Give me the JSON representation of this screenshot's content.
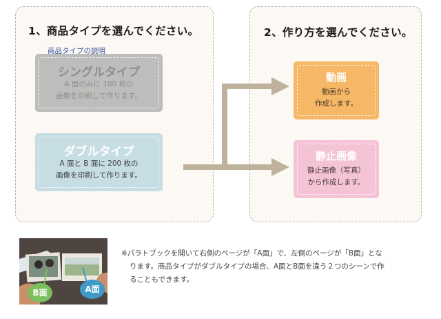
{
  "step1": {
    "title": "1、商品タイプを選んでください。",
    "link": "商品タイプの説明",
    "options": [
      {
        "title": "シングルタイプ",
        "desc_line1": "A 面のみに 100 枚の",
        "desc_line2": "画像を印刷して作ります。",
        "state": "disabled",
        "color": "#bdbdbb"
      },
      {
        "title": "ダブルタイプ",
        "desc_line1": "A 面と B 面に 200 枚の",
        "desc_line2": "画像を印刷して作ります。",
        "state": "selected",
        "color": "#c6dde3"
      }
    ]
  },
  "step2": {
    "title": "2、作り方を選んでください。",
    "options": [
      {
        "title": "動画",
        "desc_line1": "動画から",
        "desc_line2": "作成します。",
        "color": "#f6b766"
      },
      {
        "title": "静止画像",
        "desc_line1": "静止画像（写真）",
        "desc_line2": "から作成します。",
        "color": "#f4c3d6"
      }
    ]
  },
  "flow_arrow_color": "#beb29c",
  "photo": {
    "badge_b": "B面",
    "badge_a": "A面",
    "badge_b_color": "#7cbf5e",
    "badge_a_color": "#3f9ac7"
  },
  "note": {
    "line1": "※パラトブックを開いて右側のページが「A面」で、左側のページが「B面」とな",
    "line2": "ります。商品タイプがダブルタイプの場合、A面とB面を違う２つのシーンで作",
    "line3": "ることもできます。"
  }
}
